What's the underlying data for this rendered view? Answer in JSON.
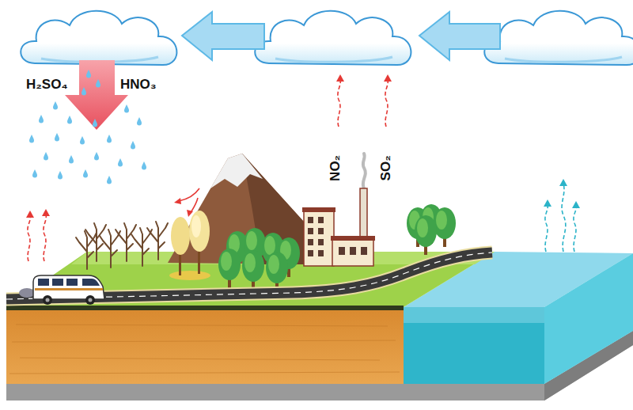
{
  "diagram": {
    "labels": [
      "H₂SO₄",
      "HNO₃",
      "NO₂",
      "SO₂"
    ]
  }
}
